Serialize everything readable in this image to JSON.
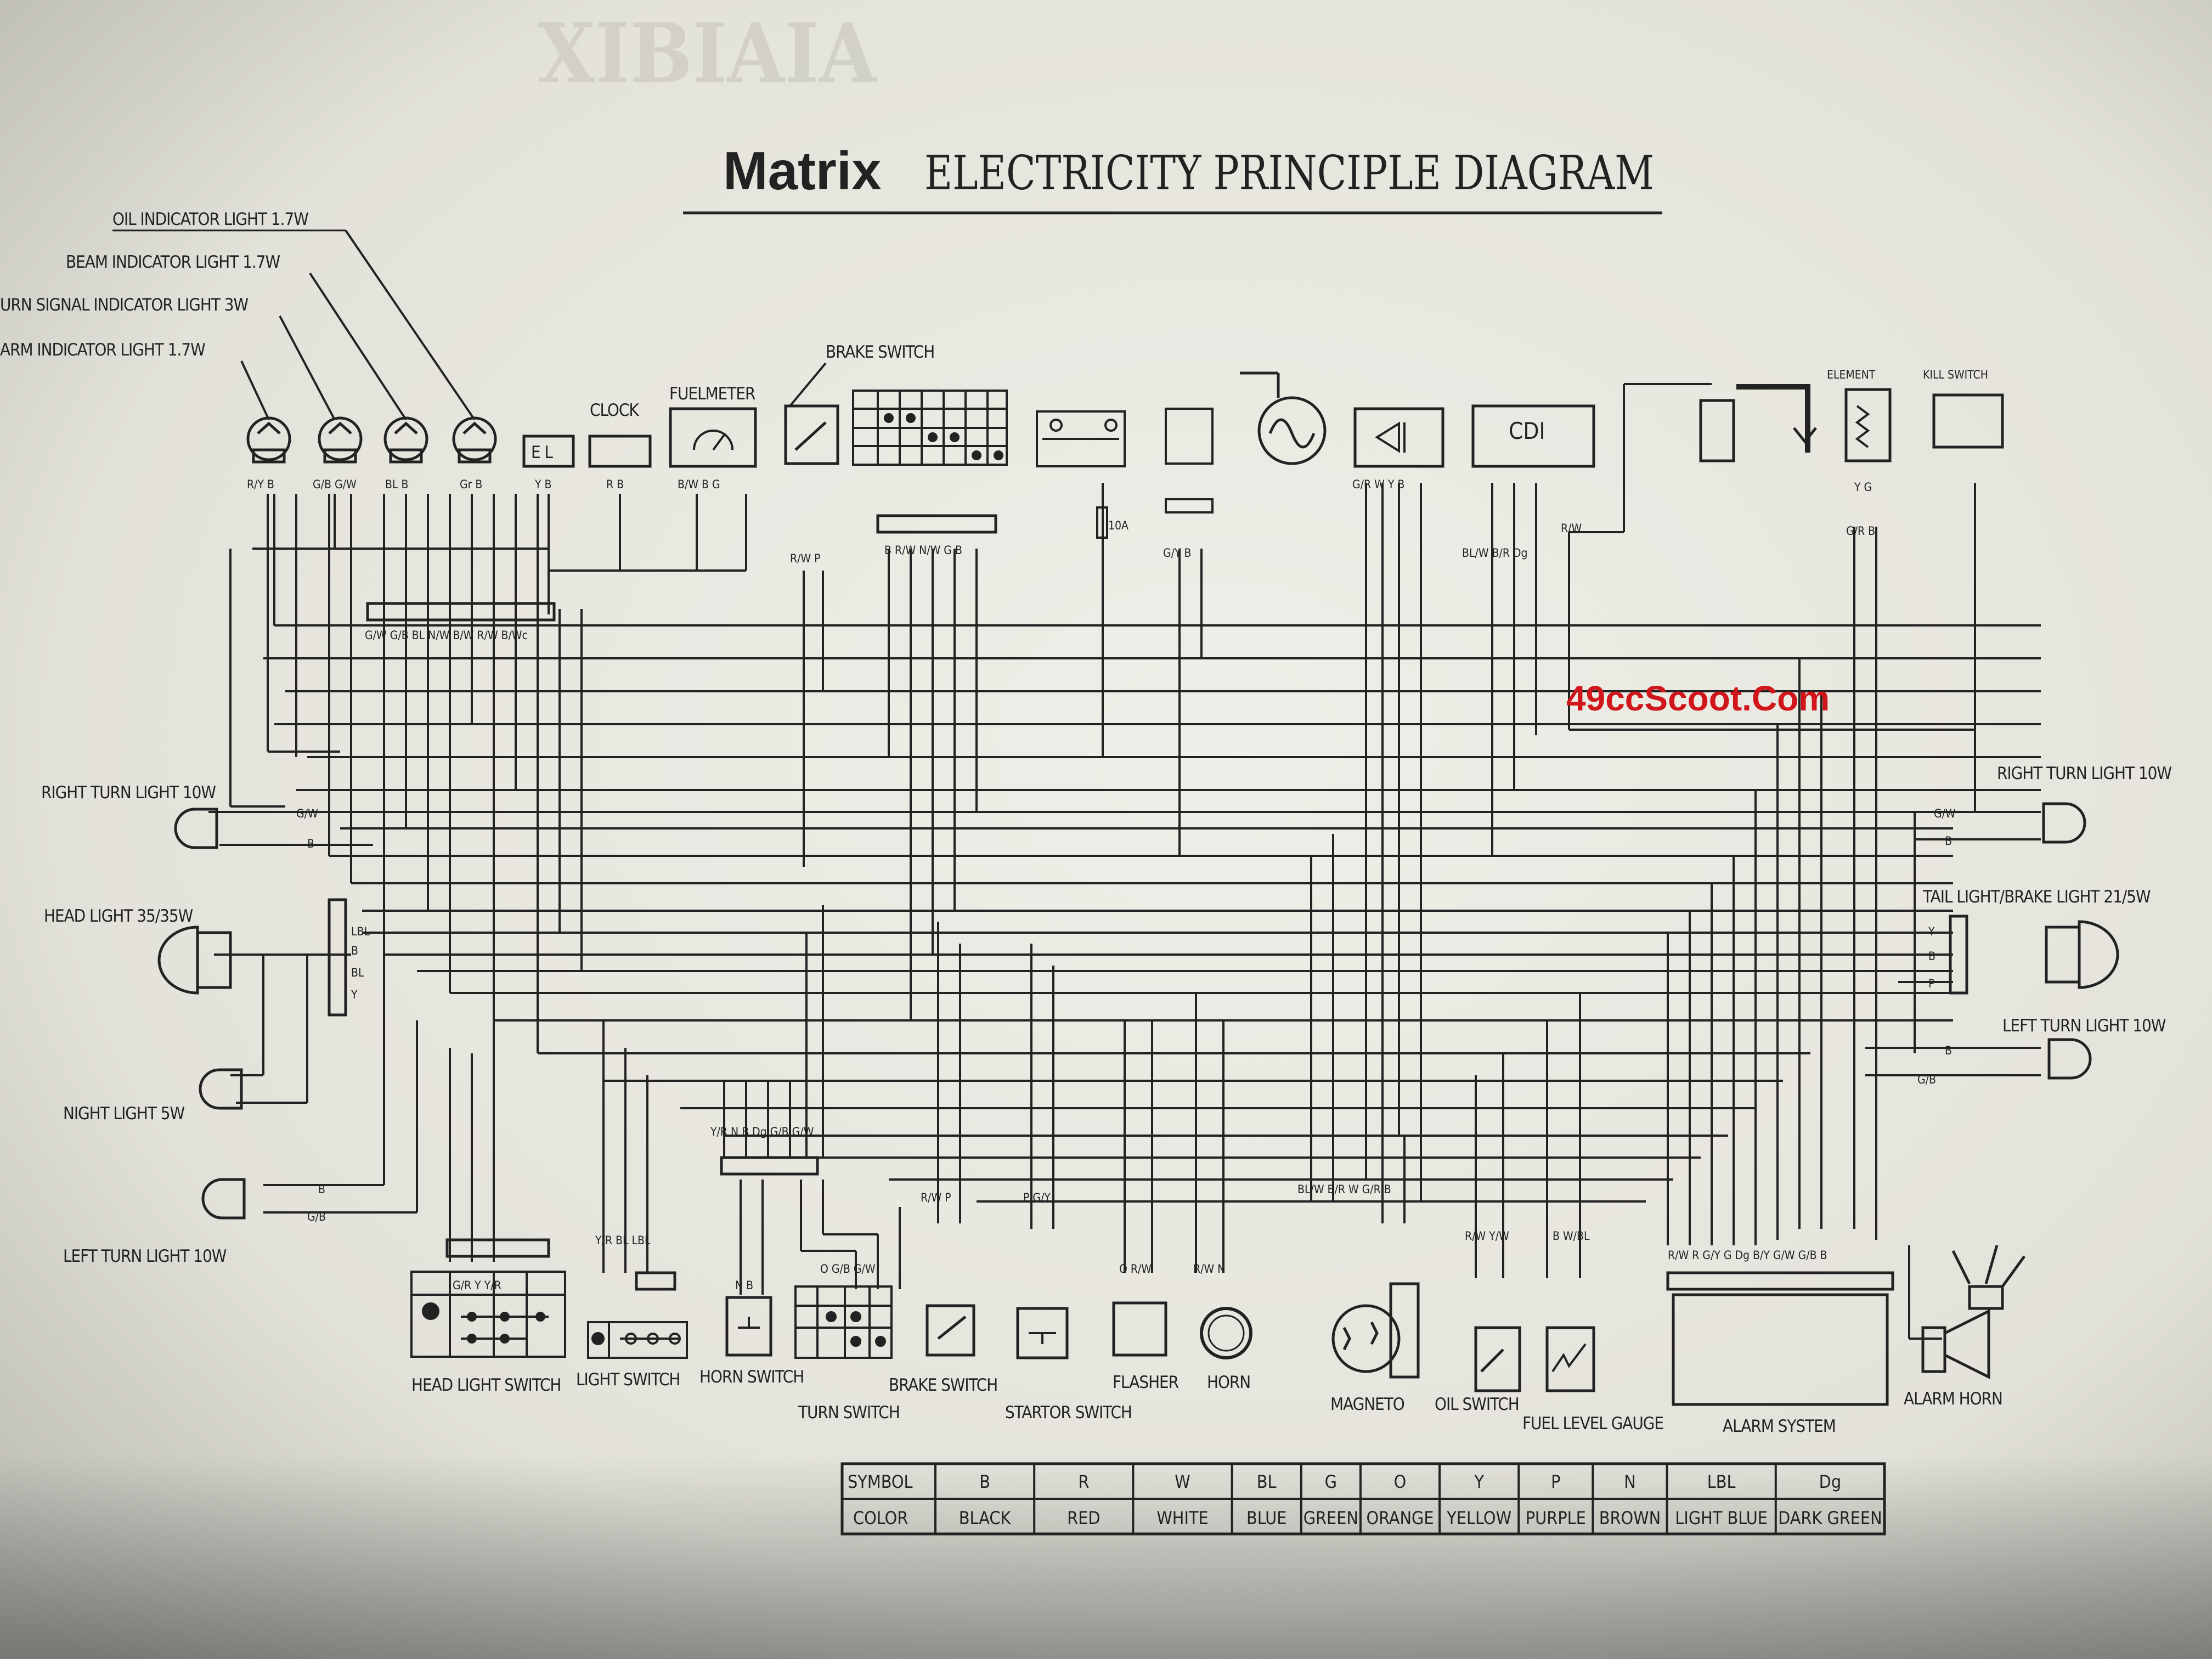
{
  "title": {
    "brand": "Matrix",
    "rest": "ELECTRICITY PRINCIPLE DIAGRAM",
    "faded_header": "XIBIAIA"
  },
  "watermark": "49ccScoot.Com",
  "components": {
    "oil_indicator": "OIL INDICATOR LIGHT 1.7W",
    "beam_indicator": "BEAM INDICATOR LIGHT 1.7W",
    "turn_signal_indicator": "URN SIGNAL INDICATOR LIGHT 3W",
    "alarm_indicator": "ARM INDICATOR LIGHT 1.7W",
    "clock": "CLOCK",
    "fuel_meter": "FUELMETER",
    "brake_switch_top": "BRAKE SWITCH",
    "cdi": "CDI",
    "element": "ELEMENT",
    "kill_switch": "KILL SWITCH",
    "right_turn_left": "RIGHT TURN LIGHT 10W",
    "head_light": "HEAD LIGHT 35/35W",
    "night_light": "NIGHT LIGHT 5W",
    "left_turn_left": "LEFT TURN LIGHT 10W",
    "right_turn_right": "RIGHT TURN LIGHT 10W",
    "tail_light": "TAIL LIGHT/BRAKE LIGHT 21/5W",
    "left_turn_right": "LEFT TURN LIGHT 10W",
    "head_light_switch": "HEAD LIGHT SWITCH",
    "light_switch": "LIGHT SWITCH",
    "horn_switch": "HORN SWITCH",
    "turn_switch": "TURN SWITCH",
    "brake_switch": "BRAKE SWITCH",
    "startor_switch": "STARTOR SWITCH",
    "flasher": "FLASHER",
    "horn": "HORN",
    "magneto": "MAGNETO",
    "oil_switch": "OIL SWITCH",
    "fuel_level_gauge": "FUEL LEVEL GAUGE",
    "alarm_system": "ALARM SYSTEM",
    "alarm_horn": "ALARM HORN",
    "fuse": "10A",
    "el": "E L"
  },
  "pins": {
    "lamp1": "R/Y B",
    "lamp2": "G/B G/W",
    "lamp3": "BL B",
    "lamp4": "Gr B",
    "el": "Y B",
    "clock": "R B",
    "fuel": "B/W B G",
    "brake_top": "R/W P",
    "start_relay": "G/Y B",
    "cdi": "BL/W B/R Dg",
    "cdi2": "R/W",
    "magneto_top": "G/R W Y B",
    "kill": "G/R B",
    "element": "Y G",
    "main_conn": "G/W G/B BL N/W B/W R/W B/Wc",
    "ign_conn": "B R/W N/W G B",
    "rt_gw": "G/W",
    "rt_b": "B",
    "hl_lbl": "LBL",
    "hl_b": "B",
    "hl_bl": "BL",
    "hl_y": "Y",
    "lt_b": "B",
    "lt_gb": "G/B",
    "rr_gw": "G/W",
    "rr_b": "B",
    "tl_y": "Y",
    "tl_b": "B",
    "tl_p": "P",
    "lr_b": "B",
    "lr_gb": "G/B",
    "turn_conn": "Y/R N B Dg G/B G/W",
    "hls_hdr": "G/R Y Y/R",
    "ls_hdr": "Y/R BL LBL",
    "horn_sw": "N B",
    "turn_sw": "O G/B G/W",
    "brake_sw": "R/W P",
    "start_sw": "P G/Y",
    "flasher": "O R/W",
    "horn": "R/W N",
    "magneto": "BL/W B/R W G/R B",
    "oil_sw": "R/W Y/W",
    "fuel_g": "B W/BL",
    "alarm": "R/W R G/Y G Dg B/Y G/W G/B B"
  },
  "legend": {
    "symbol_header": "SYMBOL",
    "color_header": "COLOR",
    "rows": [
      {
        "symbol": "B",
        "color": "BLACK"
      },
      {
        "symbol": "R",
        "color": "RED"
      },
      {
        "symbol": "W",
        "color": "WHITE"
      },
      {
        "symbol": "BL",
        "color": "BLUE"
      },
      {
        "symbol": "G",
        "color": "GREEN"
      },
      {
        "symbol": "O",
        "color": "ORANGE"
      },
      {
        "symbol": "Y",
        "color": "YELLOW"
      },
      {
        "symbol": "P",
        "color": "PURPLE"
      },
      {
        "symbol": "N",
        "color": "BROWN"
      },
      {
        "symbol": "LBL",
        "color": "LIGHT BLUE"
      },
      {
        "symbol": "Dg",
        "color": "DARK GREEN"
      }
    ]
  },
  "colors": {
    "paper": "#ecebe4",
    "ink": "#222222",
    "watermark": "#d0151b"
  }
}
